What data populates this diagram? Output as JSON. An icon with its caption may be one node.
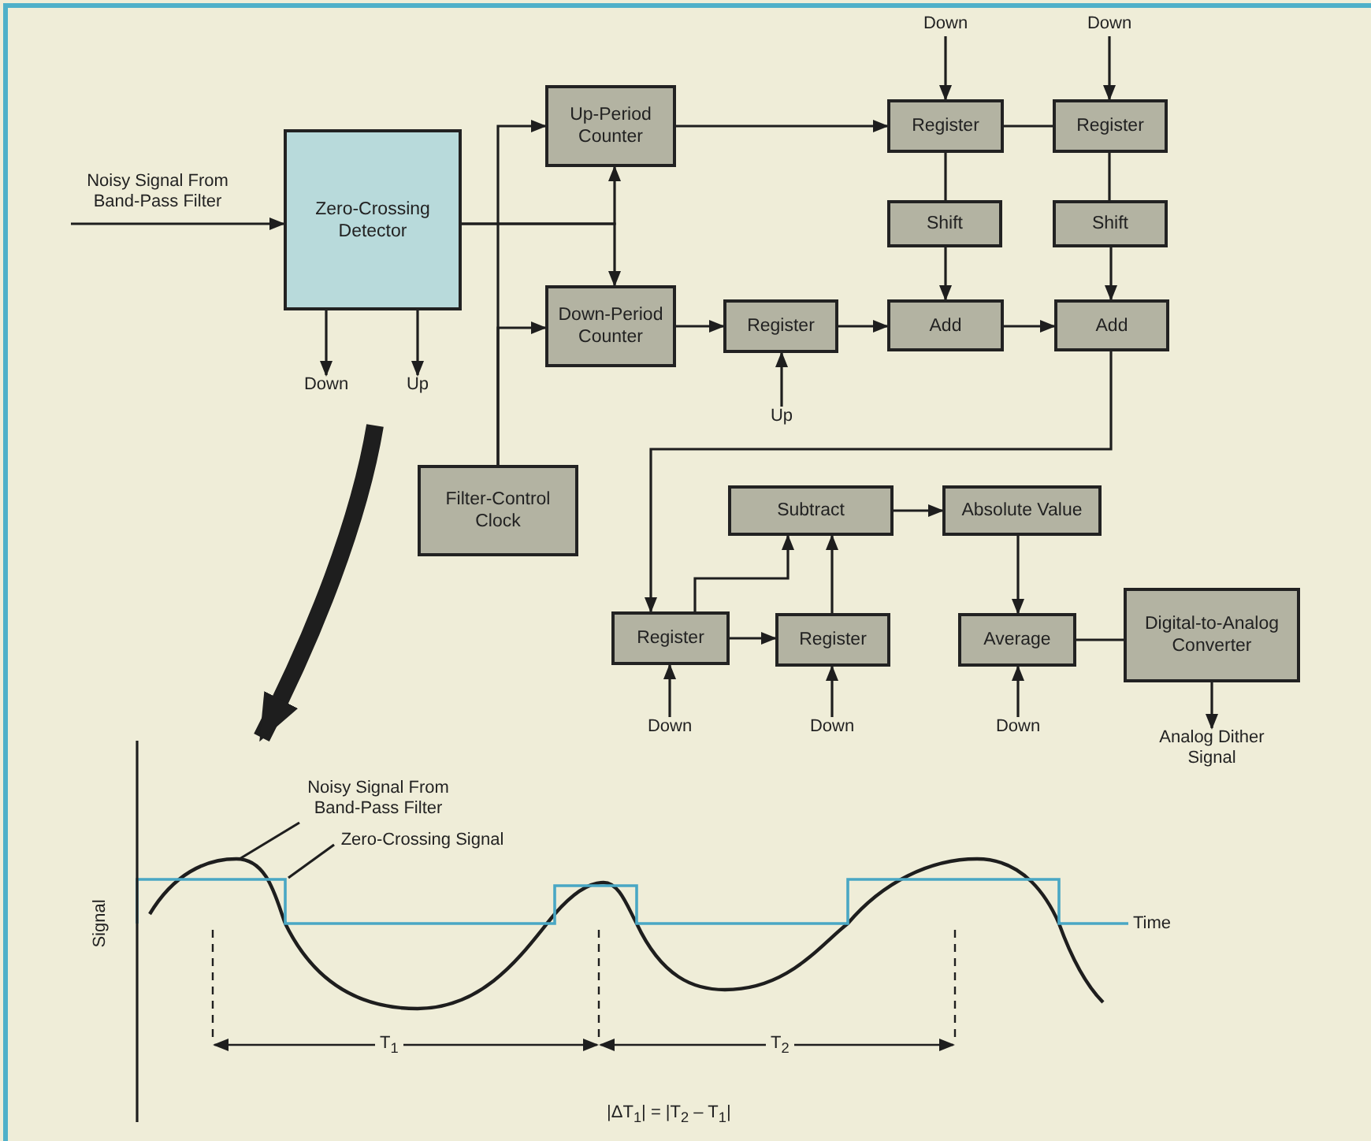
{
  "diagram": {
    "nodes": [
      {
        "text": [
          "Zero-Crossing Detector"
        ]
      },
      {
        "text": [
          "Up-Period Counter"
        ]
      },
      {
        "text": [
          "Down-Period Counter"
        ]
      },
      {
        "text": [
          "Filter-Control Clock"
        ]
      },
      {
        "text": [
          "Register"
        ]
      },
      {
        "text": [
          "Register"
        ]
      },
      {
        "text": [
          "Shift"
        ]
      },
      {
        "text": [
          "Shift"
        ]
      },
      {
        "text": [
          "Register"
        ]
      },
      {
        "text": [
          "Add"
        ]
      },
      {
        "text": [
          "Add"
        ]
      },
      {
        "text": [
          "Subtract"
        ]
      },
      {
        "text": [
          "Absolute Value"
        ]
      },
      {
        "text": [
          "Register"
        ]
      },
      {
        "text": [
          "Register"
        ]
      },
      {
        "text": [
          "Average"
        ]
      },
      {
        "text": [
          "Digital-to-Analog Converter"
        ]
      },
      {
        "text": [
          "Noisy Signal From Band-Pass Filter"
        ]
      },
      {
        "text": [
          "Down"
        ]
      },
      {
        "text": [
          "Up"
        ]
      },
      {
        "text": [
          "Down"
        ]
      },
      {
        "text": [
          "Down"
        ]
      },
      {
        "text": [
          "Up"
        ]
      },
      {
        "text": [
          "Down"
        ]
      },
      {
        "text": [
          "Down"
        ]
      },
      {
        "text": [
          "Down"
        ]
      },
      {
        "text": [
          "Analog Dither Signal"
        ]
      },
      {
        "text": [],
        "shape": "picture"
      },
      {
        "text": [
          "Noisy Signal From Band-Pass Filter"
        ],
        "in": 27
      },
      {
        "text": [
          "Zero-Crossing Signal"
        ],
        "in": 27
      }
    ],
    "edges": [
      {
        "from": 17,
        "to": 0,
        "arrow": "to"
      },
      {
        "from": 0,
        "to": 18,
        "arrow": "to"
      },
      {
        "from": 0,
        "to": 19,
        "arrow": "to"
      },
      {
        "from": 0,
        "to": 1,
        "arrow": "to"
      },
      {
        "from": 0,
        "to": 2,
        "arrow": "to"
      },
      {
        "from": 3,
        "to": 1,
        "arrow": "to"
      },
      {
        "from": 3,
        "to": 2,
        "arrow": "to"
      },
      {
        "from": 1,
        "to": 4,
        "arrow": "to"
      },
      {
        "from": 20,
        "to": 4,
        "arrow": "to"
      },
      {
        "from": 21,
        "to": 5,
        "arrow": "to"
      },
      {
        "from": 4,
        "to": 5,
        "arrow": "none"
      },
      {
        "from": 4,
        "to": 6,
        "arrow": "none"
      },
      {
        "from": 5,
        "to": 7,
        "arrow": "none"
      },
      {
        "from": 6,
        "to": 9,
        "arrow": "to"
      },
      {
        "from": 7,
        "to": 10,
        "arrow": "to"
      },
      {
        "from": 2,
        "to": 8,
        "arrow": "to"
      },
      {
        "from": 22,
        "to": 8,
        "arrow": "to"
      },
      {
        "from": 8,
        "to": 9,
        "arrow": "to"
      },
      {
        "from": 9,
        "to": 10,
        "arrow": "to"
      },
      {
        "from": 10,
        "to": 13,
        "arrow": "to"
      },
      {
        "from": 13,
        "to": 11,
        "arrow": "to"
      },
      {
        "from": 14,
        "to": 11,
        "arrow": "to"
      },
      {
        "from": 13,
        "to": 14,
        "arrow": "to"
      },
      {
        "from": 11,
        "to": 12,
        "arrow": "to"
      },
      {
        "from": 12,
        "to": 15,
        "arrow": "to"
      },
      {
        "from": 15,
        "to": 16,
        "arrow": "none"
      },
      {
        "from": 23,
        "to": 13,
        "arrow": "to"
      },
      {
        "from": 24,
        "to": 14,
        "arrow": "to"
      },
      {
        "from": 25,
        "to": 15,
        "arrow": "to"
      },
      {
        "from": 16,
        "to": 26,
        "arrow": "to"
      },
      {
        "from": null,
        "to": 27,
        "arrow": "to",
        "style": "thick"
      },
      {
        "from": 28,
        "to": null,
        "arrow": "none"
      },
      {
        "from": 29,
        "to": null,
        "arrow": "none"
      }
    ],
    "labels": [
      "Signal",
      "Time",
      "T$_{1}$",
      "T$_{2}$",
      "|ΔT$_{1}$| = |T$_{2}$ – T$_{1}$|"
    ]
  }
}
